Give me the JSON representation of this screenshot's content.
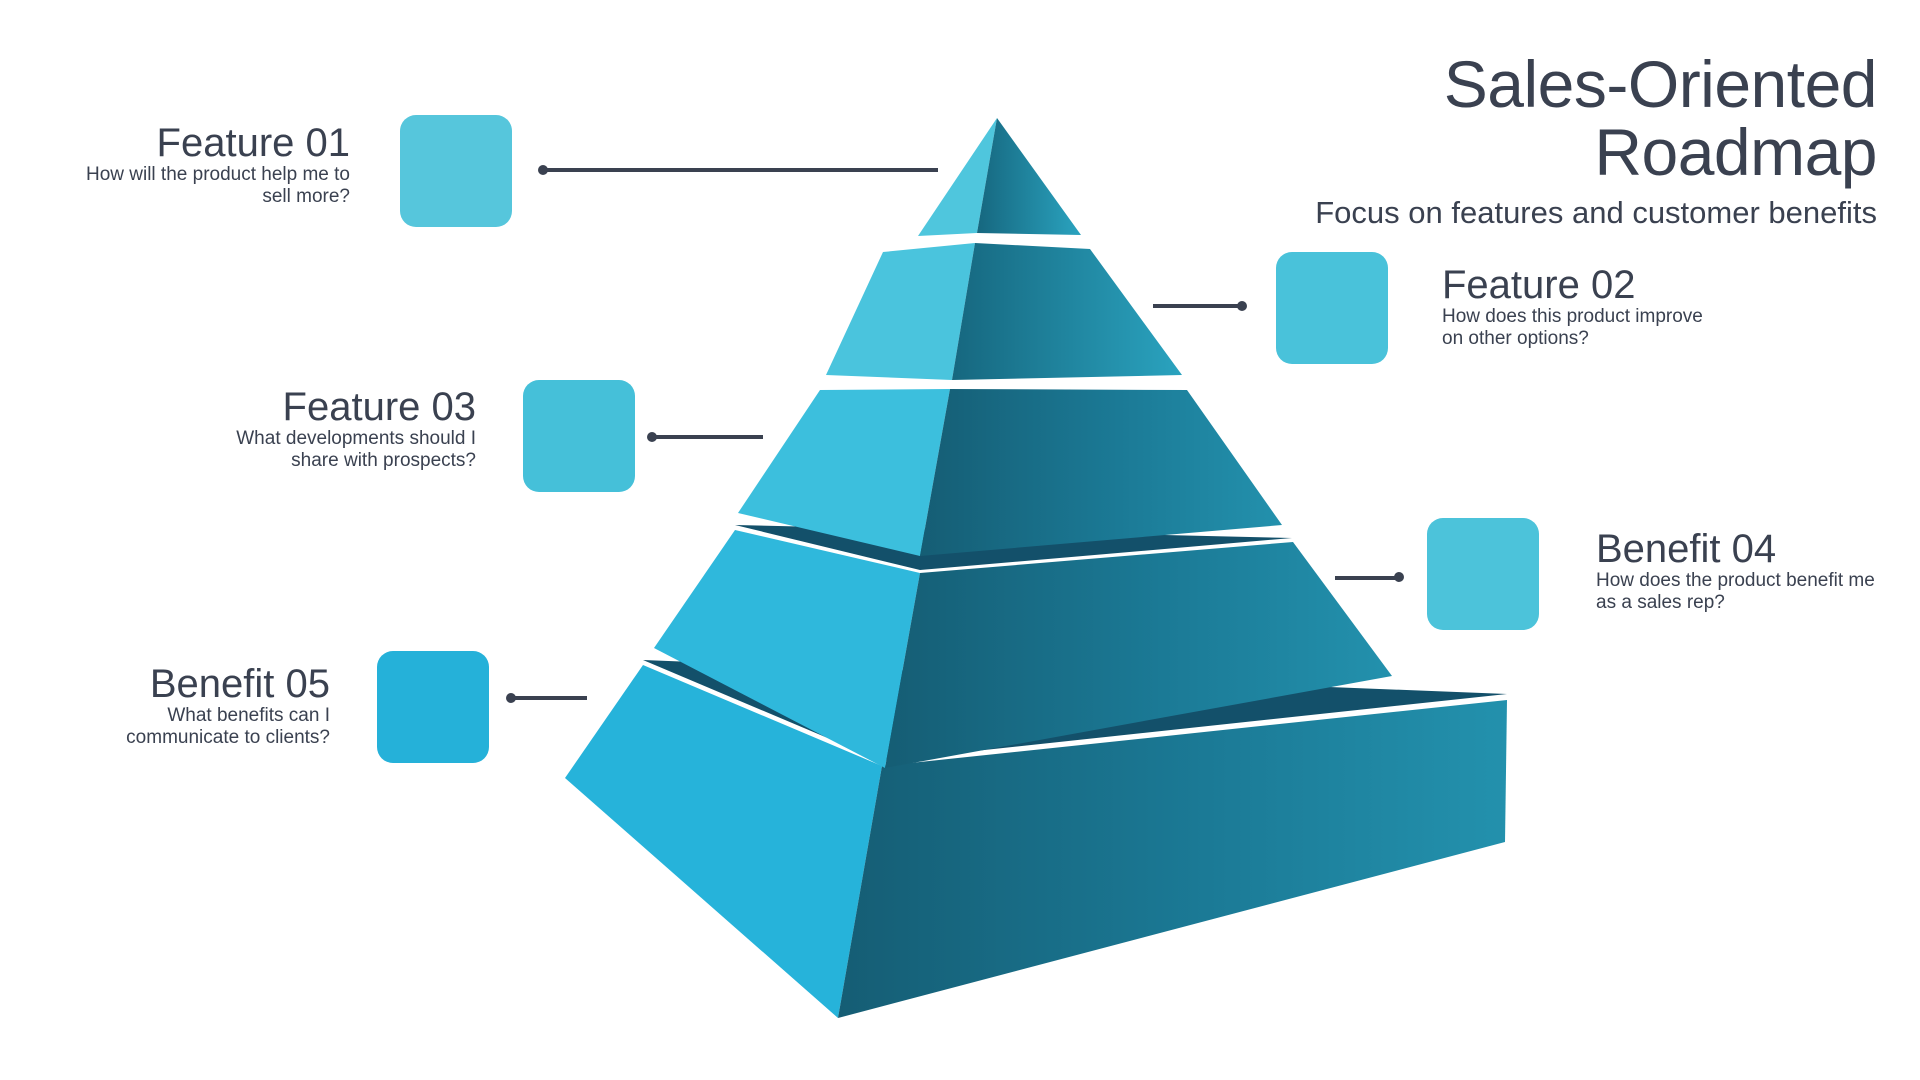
{
  "title": {
    "line1": "Sales-Oriented",
    "line2": "Roadmap",
    "subtitle": "Focus on features and customer benefits"
  },
  "colors": {
    "text": "#3a4150",
    "box_light": "#56c6dc",
    "box_mid": "#45c0d9",
    "box_blue": "#25b1d9",
    "face_light": "#2eb8dc",
    "face_dark": "#155d74"
  },
  "items": [
    {
      "id": "feature-01",
      "heading": "Feature 01",
      "desc_line1": "How will the product help me to",
      "desc_line2": "sell more?",
      "box_color": "#56c6dc"
    },
    {
      "id": "feature-02",
      "heading": "Feature 02",
      "desc_line1": "How does this product improve",
      "desc_line2": "on other options?",
      "box_color": "#49c2da"
    },
    {
      "id": "feature-03",
      "heading": "Feature 03",
      "desc_line1": "What developments should I",
      "desc_line2": "share with prospects?",
      "box_color": "#45c0d9"
    },
    {
      "id": "benefit-04",
      "heading": "Benefit 04",
      "desc_line1": "How does the product benefit me",
      "desc_line2": "as a sales rep?",
      "box_color": "#4cc3da"
    },
    {
      "id": "benefit-05",
      "heading": "Benefit 05",
      "desc_line1": "What benefits can I",
      "desc_line2": "communicate to clients?",
      "box_color": "#25b1d9"
    }
  ]
}
